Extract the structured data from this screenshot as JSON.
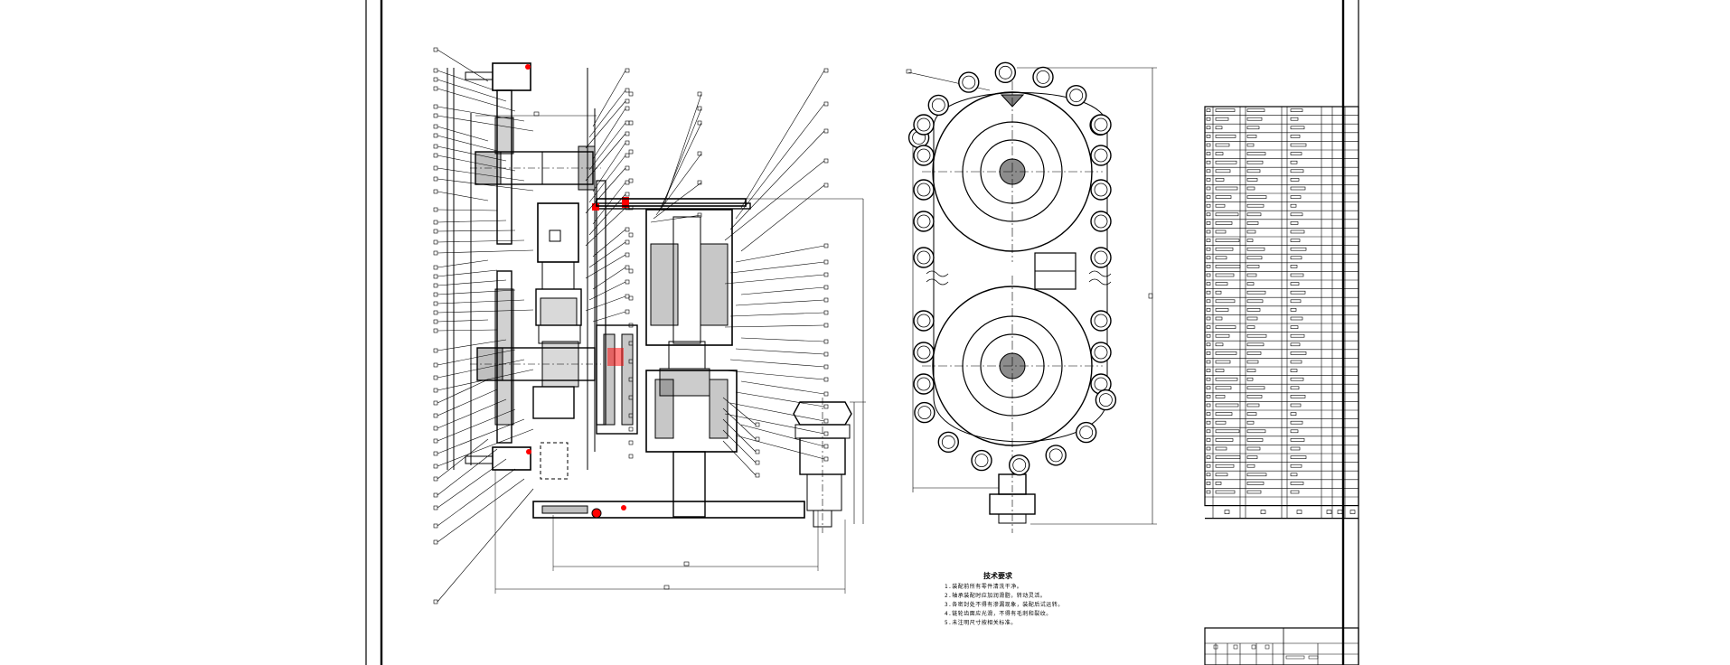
{
  "viewer": {
    "background": "#ffffff",
    "line_color": "#000000",
    "accent": "#ff0000"
  },
  "technical_requirements": {
    "title": "技术要求",
    "lines": [
      "1.装配前所有零件清洗干净。",
      "2.轴承装配时应加润滑脂，转动灵活。",
      "3.各密封处不得有渗漏现象，装配后试运转。",
      "4.链轮齿面应光滑，不得有毛刺和裂纹。",
      "5.未注明尺寸按相关标准。"
    ]
  },
  "bom": {
    "row_count": 46
  },
  "title_block": {
    "rows": 3
  }
}
